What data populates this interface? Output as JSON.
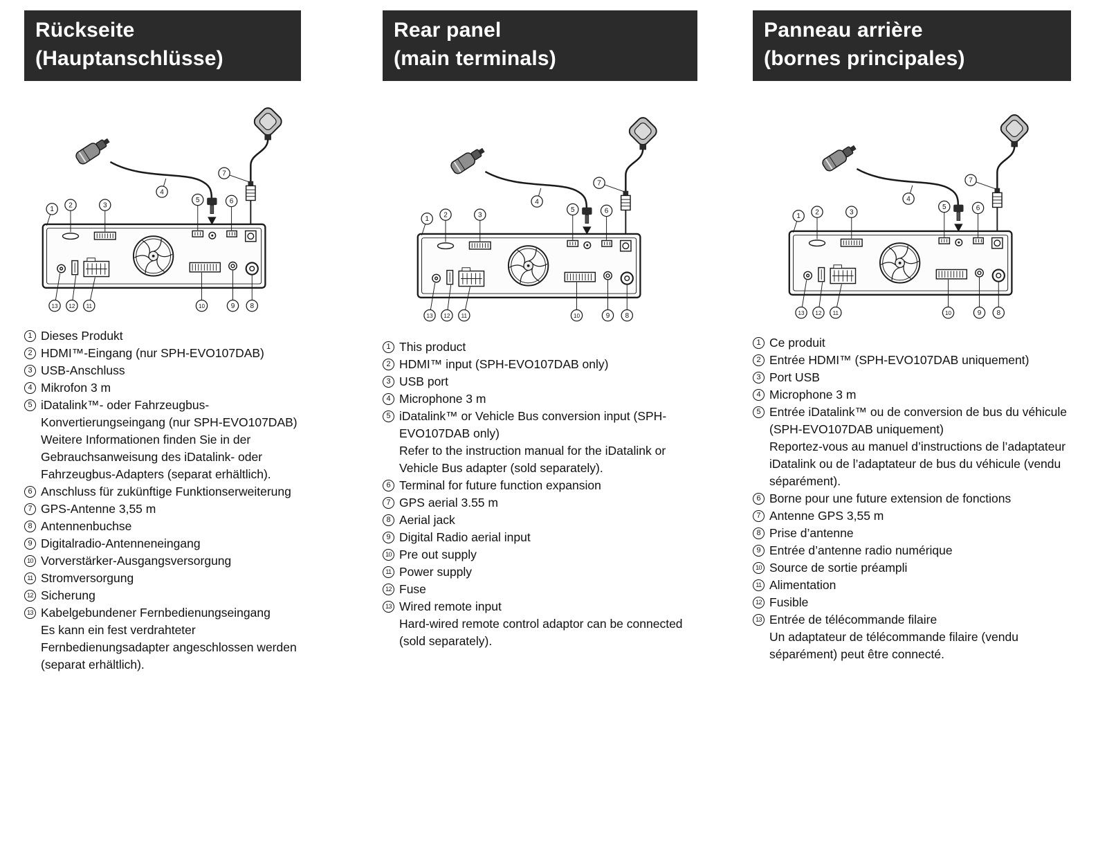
{
  "colors": {
    "header_bg": "#2b2b2b",
    "header_text": "#ffffff",
    "line_art": "#1a1a1a"
  },
  "diagram": {
    "callouts": [
      "1",
      "2",
      "3",
      "4",
      "5",
      "6",
      "7",
      "8",
      "9",
      "10",
      "11",
      "12",
      "13"
    ],
    "parts": [
      "hdmi-port",
      "usb-port",
      "cooling-fan",
      "vehicle-bus-connector",
      "microphone-plug",
      "expansion-connector",
      "gps-antenna",
      "gps-cable-connector",
      "aerial-jack",
      "digital-radio-jack",
      "pre-out-connector",
      "power-connector",
      "fuse",
      "wired-remote-jack"
    ]
  },
  "columns": [
    {
      "id": "german",
      "title_line1": "Rückseite",
      "title_line2": "(Hauptanschlüsse)",
      "items": [
        {
          "num": "1",
          "text": "Dieses Produkt"
        },
        {
          "num": "2",
          "text": "HDMI™-Eingang (nur SPH-EVO107DAB)"
        },
        {
          "num": "3",
          "text": "USB-Anschluss"
        },
        {
          "num": "4",
          "text": "Mikrofon 3 m"
        },
        {
          "num": "5",
          "text": "iDatalink™- oder Fahrzeugbus-Konvertierungseingang (nur SPH-EVO107DAB)",
          "note": "Weitere Informationen finden Sie in der Gebrauchsanweisung des iDatalink- oder Fahrzeugbus-Adapters (separat erhältlich)."
        },
        {
          "num": "6",
          "text": "Anschluss für zukünftige Funktionserweiterung"
        },
        {
          "num": "7",
          "text": "GPS-Antenne 3,55 m"
        },
        {
          "num": "8",
          "text": "Antennenbuchse"
        },
        {
          "num": "9",
          "text": "Digitalradio-Antenneneingang"
        },
        {
          "num": "10",
          "text": "Vorverstärker-Ausgangsversorgung"
        },
        {
          "num": "11",
          "text": "Stromversorgung"
        },
        {
          "num": "12",
          "text": "Sicherung"
        },
        {
          "num": "13",
          "text": "Kabelgebundener Fernbedienungseingang",
          "note": "Es kann ein fest verdrahteter Fernbedienungsadapter angeschlossen werden (separat erhältlich)."
        }
      ]
    },
    {
      "id": "english",
      "title_line1": "Rear panel",
      "title_line2": "(main terminals)",
      "items": [
        {
          "num": "1",
          "text": "This product"
        },
        {
          "num": "2",
          "text": "HDMI™ input (SPH-EVO107DAB only)"
        },
        {
          "num": "3",
          "text": "USB port"
        },
        {
          "num": "4",
          "text": "Microphone 3 m"
        },
        {
          "num": "5",
          "text": "iDatalink™ or Vehicle Bus conversion input (SPH-EVO107DAB only)",
          "note": "Refer to the instruction manual for the iDatalink or Vehicle Bus adapter (sold separately)."
        },
        {
          "num": "6",
          "text": "Terminal for future function expansion"
        },
        {
          "num": "7",
          "text": "GPS aerial 3.55 m"
        },
        {
          "num": "8",
          "text": "Aerial jack"
        },
        {
          "num": "9",
          "text": "Digital Radio aerial input"
        },
        {
          "num": "10",
          "text": "Pre out supply"
        },
        {
          "num": "11",
          "text": "Power supply"
        },
        {
          "num": "12",
          "text": "Fuse"
        },
        {
          "num": "13",
          "text": "Wired remote input",
          "note": "Hard-wired remote control adaptor can be connected (sold separately)."
        }
      ]
    },
    {
      "id": "french",
      "title_line1": "Panneau arrière",
      "title_line2": "(bornes principales)",
      "items": [
        {
          "num": "1",
          "text": "Ce produit"
        },
        {
          "num": "2",
          "text": "Entrée HDMI™ (SPH-EVO107DAB uniquement)"
        },
        {
          "num": "3",
          "text": "Port USB"
        },
        {
          "num": "4",
          "text": "Microphone 3 m"
        },
        {
          "num": "5",
          "text": "Entrée iDatalink™ ou de conversion de bus du véhicule (SPH-EVO107DAB uniquement)",
          "note": "Reportez-vous au manuel d’instructions de l’adaptateur iDatalink ou de l’adaptateur de bus du véhicule (vendu séparément)."
        },
        {
          "num": "6",
          "text": "Borne pour une future extension de fonctions"
        },
        {
          "num": "7",
          "text": "Antenne GPS 3,55 m"
        },
        {
          "num": "8",
          "text": "Prise d’antenne"
        },
        {
          "num": "9",
          "text": "Entrée d’antenne radio numérique"
        },
        {
          "num": "10",
          "text": "Source de sortie préampli"
        },
        {
          "num": "11",
          "text": "Alimentation"
        },
        {
          "num": "12",
          "text": "Fusible"
        },
        {
          "num": "13",
          "text": "Entrée de télécommande filaire",
          "note": "Un adaptateur de télécommande filaire (vendu séparément) peut être connecté."
        }
      ]
    }
  ]
}
